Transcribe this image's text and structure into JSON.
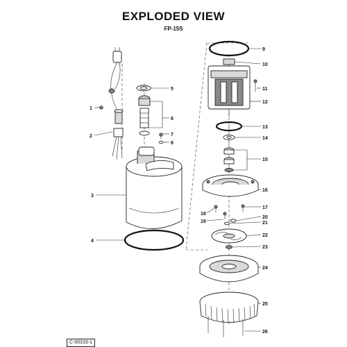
{
  "title": "EXPLODED VIEW",
  "model": "FP-15S",
  "doc_code": "C-00315-1",
  "callouts": {
    "c1": "1",
    "c2": "2",
    "c3": "3",
    "c4": "4",
    "c5": "5",
    "c6": "6",
    "c7": "7",
    "c8": "8",
    "c9": "9",
    "c10": "10",
    "c11": "11",
    "c12": "12",
    "c13": "13",
    "c14": "14",
    "c15": "15",
    "c16": "16",
    "c17": "17",
    "c18": "18",
    "c19": "19",
    "c20": "20",
    "c21": "21",
    "c22": "22",
    "c23": "23",
    "c24": "24",
    "c25": "25",
    "c26": "26"
  }
}
